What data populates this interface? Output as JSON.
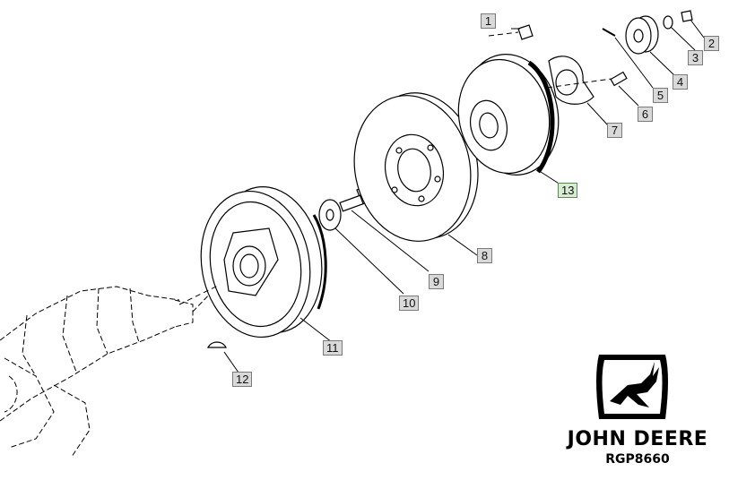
{
  "callouts": [
    {
      "id": "1",
      "label": "1",
      "highlight": false
    },
    {
      "id": "2",
      "label": "2",
      "highlight": false
    },
    {
      "id": "3",
      "label": "3",
      "highlight": false
    },
    {
      "id": "4",
      "label": "4",
      "highlight": false
    },
    {
      "id": "5",
      "label": "5",
      "highlight": false
    },
    {
      "id": "6",
      "label": "6",
      "highlight": false
    },
    {
      "id": "7",
      "label": "7",
      "highlight": false
    },
    {
      "id": "8",
      "label": "8",
      "highlight": false
    },
    {
      "id": "9",
      "label": "9",
      "highlight": false
    },
    {
      "id": "10",
      "label": "10",
      "highlight": false
    },
    {
      "id": "11",
      "label": "11",
      "highlight": false
    },
    {
      "id": "12",
      "label": "12",
      "highlight": false
    },
    {
      "id": "13",
      "label": "13",
      "highlight": true
    }
  ],
  "brand": {
    "name": "JOHN DEERE",
    "code": "RGP8660",
    "logo_icon": "leaping-deer-icon"
  },
  "colors": {
    "callout_fill": "#d9d9d9",
    "callout_highlight_fill": "#d7ecd2",
    "line": "#000000"
  }
}
